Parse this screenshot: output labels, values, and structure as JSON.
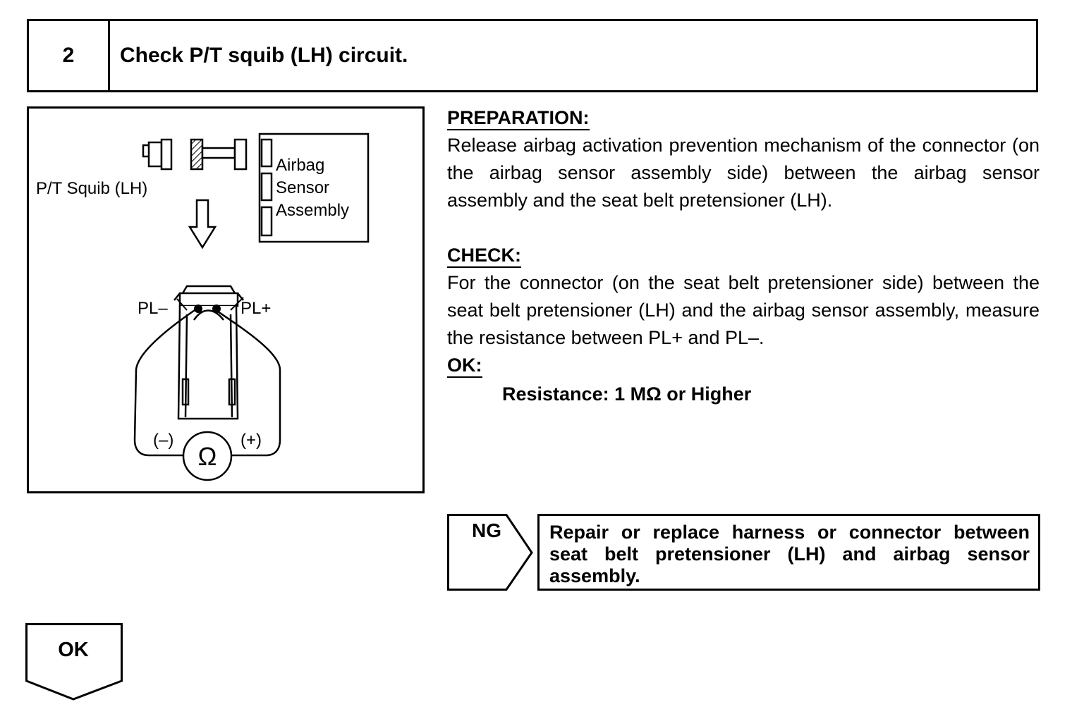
{
  "step": {
    "number": "2",
    "title": "Check P/T squib (LH) circuit."
  },
  "figure": {
    "squib_label": "P/T Squib (LH)",
    "sensor_label_lines": [
      "Airbag",
      "Sensor",
      "Assembly"
    ],
    "terminal_minus": "PL–",
    "terminal_plus": "PL+",
    "meter_minus": "(–)",
    "meter_plus": "(+)",
    "meter_symbol": "Ω"
  },
  "preparation": {
    "heading": "PREPARATION:",
    "text": "Release airbag activation prevention mechanism of the connector (on the airbag sensor assembly side) between the airbag sensor assembly and the seat belt pretensioner (LH)."
  },
  "check": {
    "heading": "CHECK:",
    "text": "For the connector (on the seat belt pretensioner side) between the seat belt pretensioner (LH) and the airbag sensor assembly, measure the resistance between PL+ and PL–."
  },
  "ok_spec": {
    "heading": "OK:",
    "text": "Resistance: 1 MΩ or Higher"
  },
  "ng": {
    "label": "NG",
    "result": "Repair or replace harness or connector between seat belt pretensioner (LH) and airbag sensor assembly."
  },
  "ok_branch": {
    "label": "OK"
  }
}
